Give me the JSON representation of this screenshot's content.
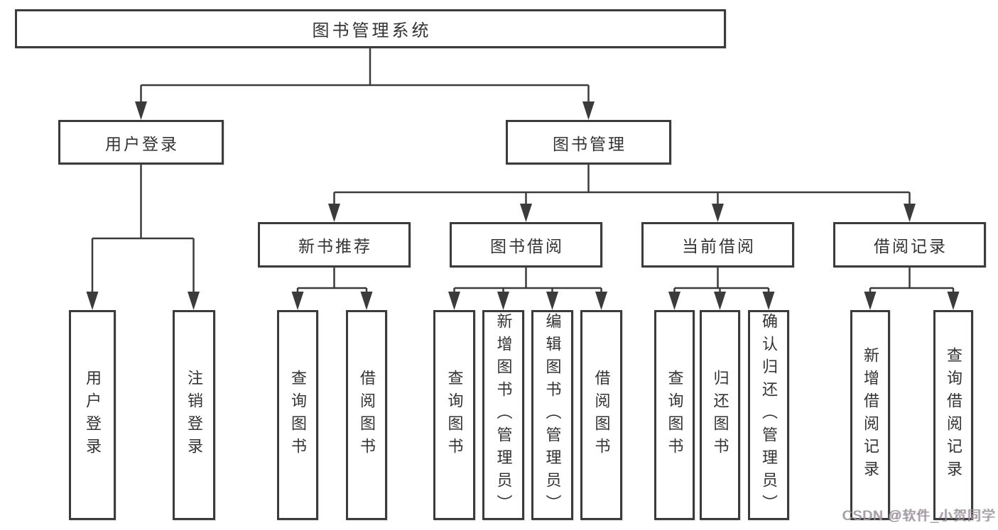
{
  "tree": {
    "root": {
      "label": "图书管理系统"
    },
    "children": [
      {
        "label": "用户登录",
        "children": [
          {
            "label": "用户登录"
          },
          {
            "label": "注销登录"
          }
        ]
      },
      {
        "label": "图书管理",
        "children": [
          {
            "label": "新书推荐",
            "children": [
              {
                "label": "查询图书"
              },
              {
                "label": "借阅图书"
              }
            ]
          },
          {
            "label": "图书借阅",
            "children": [
              {
                "label": "查询图书"
              },
              {
                "label": "新增图书（管理员）"
              },
              {
                "label": "编辑图书（管理员）"
              },
              {
                "label": "借阅图书"
              }
            ]
          },
          {
            "label": "当前借阅",
            "children": [
              {
                "label": "查询图书"
              },
              {
                "label": "归还图书"
              },
              {
                "label": "确认归还（管理员）"
              }
            ]
          },
          {
            "label": "借阅记录",
            "children": [
              {
                "label": "新增借阅记录"
              },
              {
                "label": "查询借阅记录"
              }
            ]
          }
        ]
      }
    ]
  },
  "watermark": {
    "text": "CSDN @软件_小贺同学"
  },
  "colors": {
    "line": "#3b3b3b",
    "text": "#333333",
    "watermark": "#9b9b9b",
    "background": "#ffffff"
  }
}
